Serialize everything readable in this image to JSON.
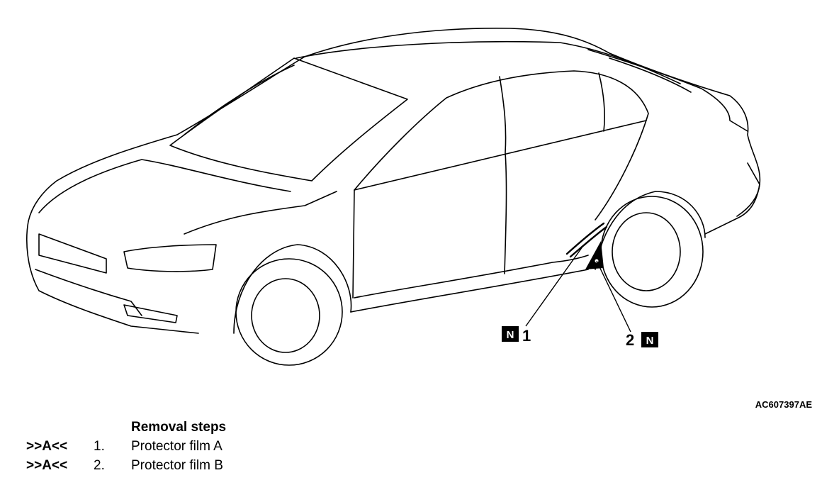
{
  "callouts": [
    {
      "id": "1",
      "badge": "N"
    },
    {
      "id": "2",
      "badge": "N"
    }
  ],
  "figure_code": "AC607397AE",
  "removal": {
    "heading": "Removal steps",
    "steps": [
      {
        "ref": ">>A<<",
        "number": "1.",
        "label": "Protector film A"
      },
      {
        "ref": ">>A<<",
        "number": "2.",
        "label": "Protector film B"
      }
    ]
  }
}
